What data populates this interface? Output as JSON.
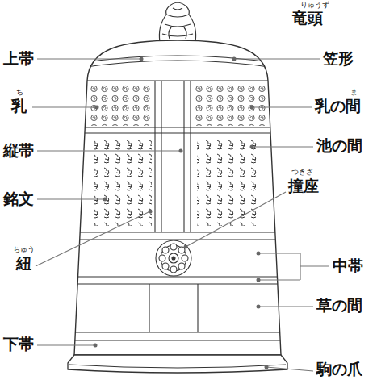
{
  "diagram": {
    "labels": [
      "りゅうず",
      "竜頭",
      "上帯",
      "笠形",
      "ち",
      "乳",
      "ま",
      "乳の間",
      "縦帯",
      "池の間",
      "銘文",
      "つきざ",
      "撞座",
      "ちゅう",
      "紐",
      "中帯",
      "草の間",
      "下帯",
      "駒の爪"
    ]
  }
}
